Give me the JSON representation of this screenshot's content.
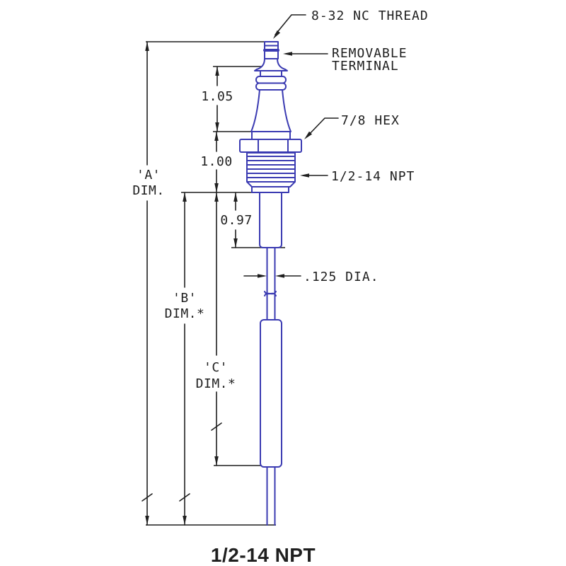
{
  "drawing": {
    "title": "1/2-14 NPT",
    "callouts": {
      "thread": "8-32 NC THREAD",
      "terminal_line1": "REMOVABLE",
      "terminal_line2": "TERMINAL",
      "hex": "7/8 HEX",
      "npt": "1/2-14 NPT",
      "rod_dia": ".125 DIA."
    },
    "dims": {
      "a_letter": "'A'",
      "a_label": "DIM.",
      "b_letter": "'B'",
      "b_label": "DIM.*",
      "c_letter": "'C'",
      "c_label": "DIM.*",
      "terminal_length": "1.05",
      "hex_section_length": "1.00",
      "shank_length": "0.97"
    },
    "colors": {
      "device": "#3b3bb2",
      "annotation": "#1f1f1f",
      "background": "#ffffff"
    }
  }
}
